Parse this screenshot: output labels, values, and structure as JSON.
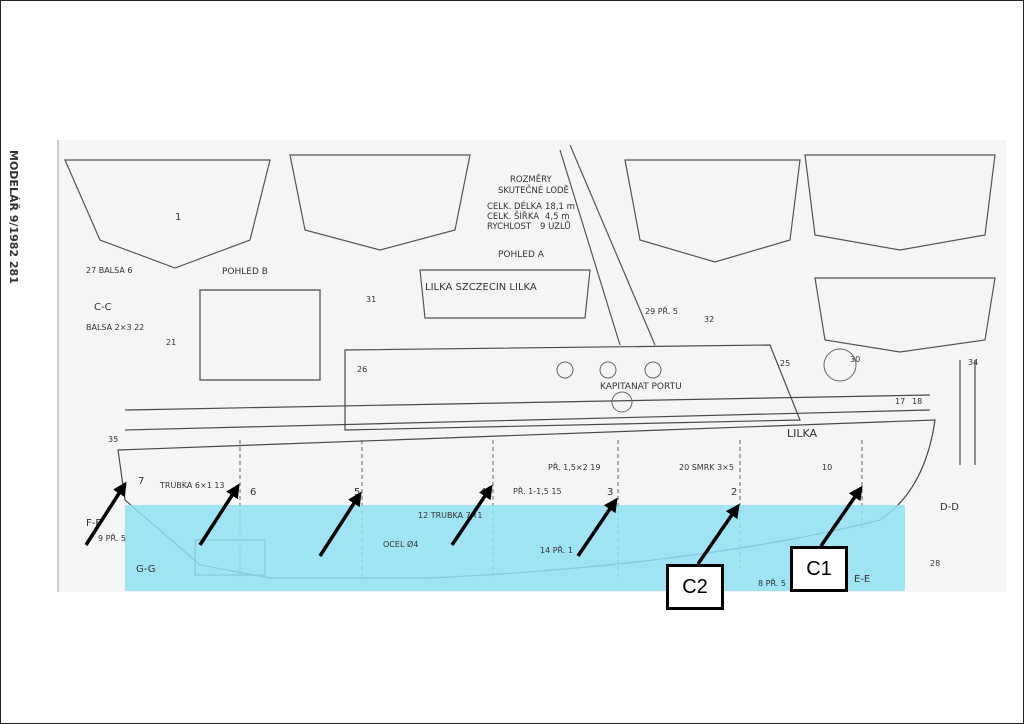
{
  "margin_caption": "MODELÁŘ 9/1982 281",
  "specs": {
    "title1": "ROZMĚRY",
    "title2": "SKUTEČNÉ LODĚ",
    "rows": [
      {
        "label": "CELK. DÉLKA",
        "value": "18,1 m"
      },
      {
        "label": "CELK. ŠÍŘKA",
        "value": "4,5 m"
      },
      {
        "label": "RYCHLOST",
        "value": "9 UZLŮ"
      }
    ]
  },
  "views": {
    "a": "POHLED A",
    "b": "POHLED B"
  },
  "sections": {
    "cc": "C-C",
    "dd": "D-D",
    "ee": "E-E",
    "ff": "F-F",
    "gg": "G-G"
  },
  "signs": {
    "sign_board": "LILKA  SZCZECIN  LILKA",
    "cabin": "KAPITANAT PORTU",
    "bow_name": "LILKA"
  },
  "frame_numbers": [
    "7",
    "6",
    "5",
    "4",
    "3",
    "2"
  ],
  "part_labels": {
    "p13": "TRUBKA 6×1 13",
    "p12": "12 TRUBKA 7×1",
    "p9": "9 PŘ. 5",
    "p14": "14 PŘ. 1",
    "p15": "PŘ. 1-1,5 15",
    "p19": "PŘ. 1,5×2 19",
    "p20": "20 SMRK 3×5",
    "p25": "25",
    "p30": "30",
    "p17": "17",
    "p18": "18",
    "p10": "10",
    "p28": "28",
    "p8": "8 PŘ. 5",
    "p22": "BALSA 2×3 22",
    "p27": "27 BALSA 6",
    "p21": "21",
    "p26": "26",
    "p31": "31",
    "p29": "29 PŘ. 5",
    "p32": "32",
    "p34": "34",
    "p35": "35",
    "ocel": "OCEL Ø4"
  },
  "callouts": {
    "c1": "C1",
    "c2": "C2"
  },
  "colors": {
    "highlight": "#8fe0f5",
    "ink": "#3a3a3a",
    "arrow": "#000000"
  }
}
